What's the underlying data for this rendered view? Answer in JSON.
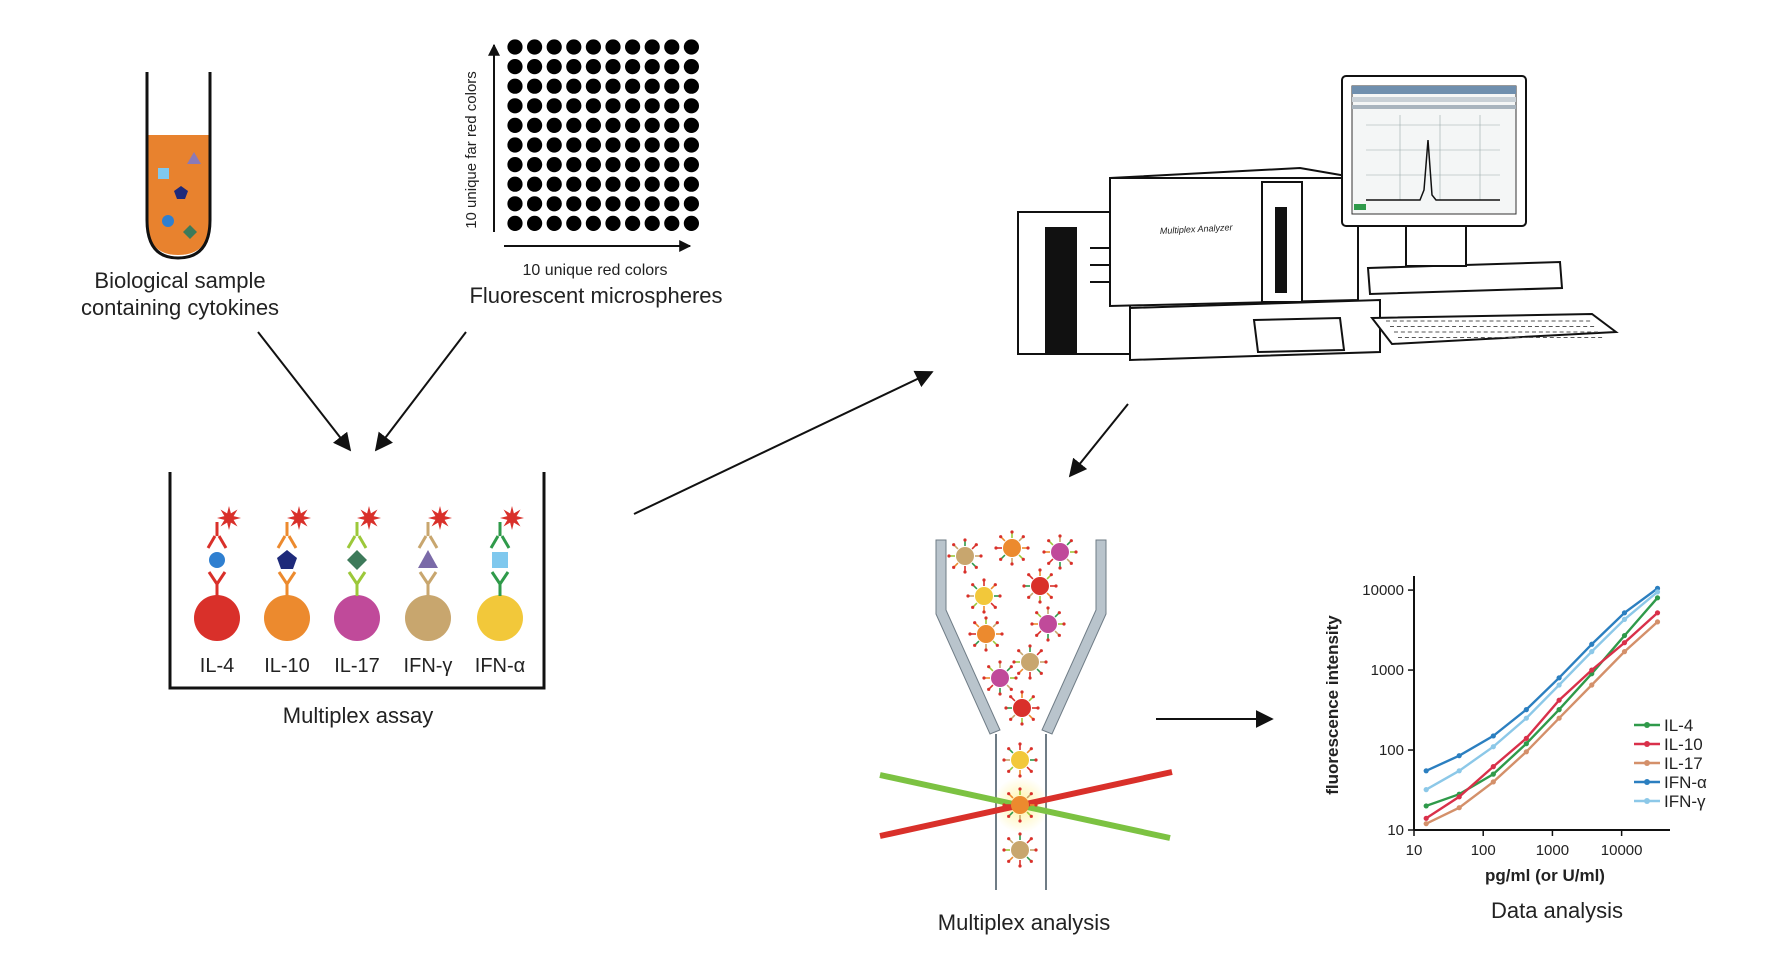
{
  "sample": {
    "label_line1": "Biological sample",
    "label_line2": "containing cytokines",
    "tube_fill_color": "#e8822e"
  },
  "microspheres": {
    "y_axis_label": "10 unique far red colors",
    "x_axis_label": "10 unique red colors",
    "label": "Fluorescent microspheres",
    "rows": 10,
    "cols": 10
  },
  "assay": {
    "label": "Multiplex assay",
    "beads": [
      {
        "label": "IL-4",
        "bead_color": "#d9302a",
        "antigen_shape": "circle",
        "antigen_color": "#2f7fd0",
        "antibody_color": "#d9302a"
      },
      {
        "label": "IL-10",
        "bead_color": "#ec8a2e",
        "antigen_shape": "pentagon",
        "antigen_color": "#1e2a7a",
        "antibody_color": "#ec8a2e"
      },
      {
        "label": "IL-17",
        "bead_color": "#c04a9a",
        "antigen_shape": "diamond",
        "antigen_color": "#3d7a5a",
        "antibody_color": "#9cc83a"
      },
      {
        "label": "IFN-γ",
        "bead_color": "#c8a66e",
        "antigen_shape": "triangle",
        "antigen_color": "#7a6aa8",
        "antibody_color": "#c8a66e"
      },
      {
        "label": "IFN-α",
        "bead_color": "#f2c83a",
        "antigen_shape": "square",
        "antigen_color": "#7fc8ee",
        "antibody_color": "#2f9a4a"
      }
    ],
    "detector_color": "#d9302a"
  },
  "instrument": {
    "analyzer_label": "Multiplex Analyzer"
  },
  "analysis": {
    "label": "Multiplex analysis",
    "laser_green": "#7cc242",
    "laser_red": "#d9302a"
  },
  "chart_data": {
    "type": "line",
    "title": "Data analysis",
    "xlabel": "pg/ml (or U/ml)",
    "ylabel": "fluorescence intensity",
    "x_scale": "log",
    "y_scale": "log",
    "xlim": [
      10,
      50000
    ],
    "ylim": [
      10,
      15000
    ],
    "x_ticks": [
      "10",
      "100",
      "1000",
      "10000"
    ],
    "y_ticks": [
      "10",
      "100",
      "1000",
      "10000"
    ],
    "legend_position": "right",
    "x": [
      15,
      45,
      140,
      420,
      1250,
      3700,
      11000,
      33000
    ],
    "series": [
      {
        "name": "IL-4",
        "color": "#2f9a4a",
        "values": [
          20,
          28,
          50,
          120,
          320,
          900,
          2700,
          8000
        ]
      },
      {
        "name": "IL-10",
        "color": "#d9304a",
        "values": [
          14,
          26,
          62,
          140,
          420,
          1000,
          2200,
          5200
        ]
      },
      {
        "name": "IL-17",
        "color": "#d4906a",
        "values": [
          12,
          19,
          40,
          95,
          250,
          650,
          1700,
          4000
        ]
      },
      {
        "name": "IFN-α",
        "color": "#2b7fc0",
        "values": [
          55,
          85,
          150,
          320,
          800,
          2100,
          5200,
          10500
        ]
      },
      {
        "name": "IFN-γ",
        "color": "#8cc8e8",
        "values": [
          32,
          55,
          110,
          250,
          650,
          1700,
          4300,
          9500
        ]
      }
    ]
  }
}
